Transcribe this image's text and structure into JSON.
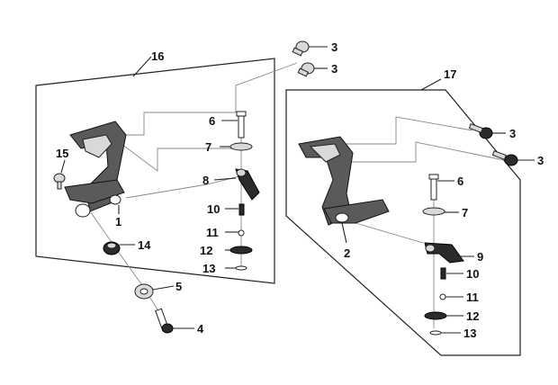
{
  "callouts": [
    {
      "id": "c16a",
      "label": "16"
    },
    {
      "id": "c3a",
      "label": "3"
    },
    {
      "id": "c3b",
      "label": "3"
    },
    {
      "id": "c6a",
      "label": "6"
    },
    {
      "id": "c7a",
      "label": "7"
    },
    {
      "id": "c15",
      "label": "15"
    },
    {
      "id": "c8",
      "label": "8"
    },
    {
      "id": "c10a",
      "label": "10"
    },
    {
      "id": "c1",
      "label": "1"
    },
    {
      "id": "c11a",
      "label": "11"
    },
    {
      "id": "c14",
      "label": "14"
    },
    {
      "id": "c12a",
      "label": "12"
    },
    {
      "id": "c13a",
      "label": "13"
    },
    {
      "id": "c5",
      "label": "5"
    },
    {
      "id": "c4",
      "label": "4"
    },
    {
      "id": "c17",
      "label": "17"
    },
    {
      "id": "c3c",
      "label": "3"
    },
    {
      "id": "c3d",
      "label": "3"
    },
    {
      "id": "c6b",
      "label": "6"
    },
    {
      "id": "c7b",
      "label": "7"
    },
    {
      "id": "c2",
      "label": "2"
    },
    {
      "id": "c9",
      "label": "9"
    },
    {
      "id": "c10b",
      "label": "10"
    },
    {
      "id": "c11b",
      "label": "11"
    },
    {
      "id": "c12b",
      "label": "12"
    },
    {
      "id": "c13b",
      "label": "13"
    }
  ],
  "colors": {
    "line": "#222222",
    "part_fill": "#5a5a5a",
    "guide": "#888888"
  }
}
